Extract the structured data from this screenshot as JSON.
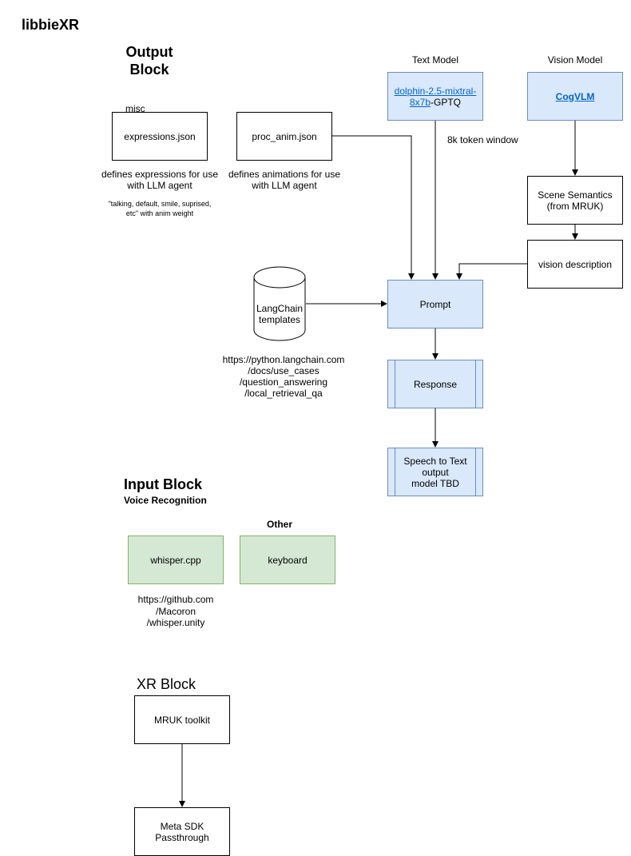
{
  "title": "libbieXR",
  "output_block": {
    "heading_line1": "Output",
    "heading_line2": "Block",
    "misc": "misc",
    "expressions_box": "expressions.json",
    "expressions_desc_line1": "defines expressions for use",
    "expressions_desc_line2": "with LLM agent",
    "expressions_note_line1": "\"talking, default, smile, suprised,",
    "expressions_note_line2": "etc\" with anim weight",
    "proc_anim_box": "proc_anim.json",
    "proc_anim_desc_line1": "defines animations for use",
    "proc_anim_desc_line2": "with LLM agent"
  },
  "text_model": {
    "label": "Text Model",
    "link_line1": "dolphin-2.5-mixtral-",
    "link_line2": "8x7b",
    "suffix": "-GPTQ",
    "token_window": "8k token window"
  },
  "vision_model": {
    "label": "Vision Model",
    "link": "CogVLM",
    "scene_semantics_line1": "Scene Semantics",
    "scene_semantics_line2": "(from MRUK)",
    "vision_description": "vision description"
  },
  "langchain": {
    "cylinder_line1": "LangChain",
    "cylinder_line2": "templates",
    "url_line1": "https://python.langchain.com",
    "url_line2": "/docs/use_cases",
    "url_line3": "/question_answering",
    "url_line4": "/local_retrieval_qa"
  },
  "pipeline": {
    "prompt": "Prompt",
    "response": "Response",
    "speech_line1": "Speech to Text",
    "speech_line2": "output",
    "speech_line3": "model TBD"
  },
  "input_block": {
    "heading": "Input Block",
    "voice": "Voice Recognition",
    "other": "Other",
    "whisper": "whisper.cpp",
    "keyboard": "keyboard",
    "url_line1": "https://github.com",
    "url_line2": "/Macoron",
    "url_line3": "/whisper.unity"
  },
  "xr_block": {
    "heading": "XR Block",
    "mruk": "MRUK toolkit",
    "meta_line1": "Meta SDK",
    "meta_line2": "Passthrough"
  },
  "colors": {
    "blue_fill": "#dae8fc",
    "blue_stroke": "#6c8ebf",
    "green_fill": "#d5e8d4",
    "green_stroke": "#82b366",
    "link": "#0066cc"
  }
}
